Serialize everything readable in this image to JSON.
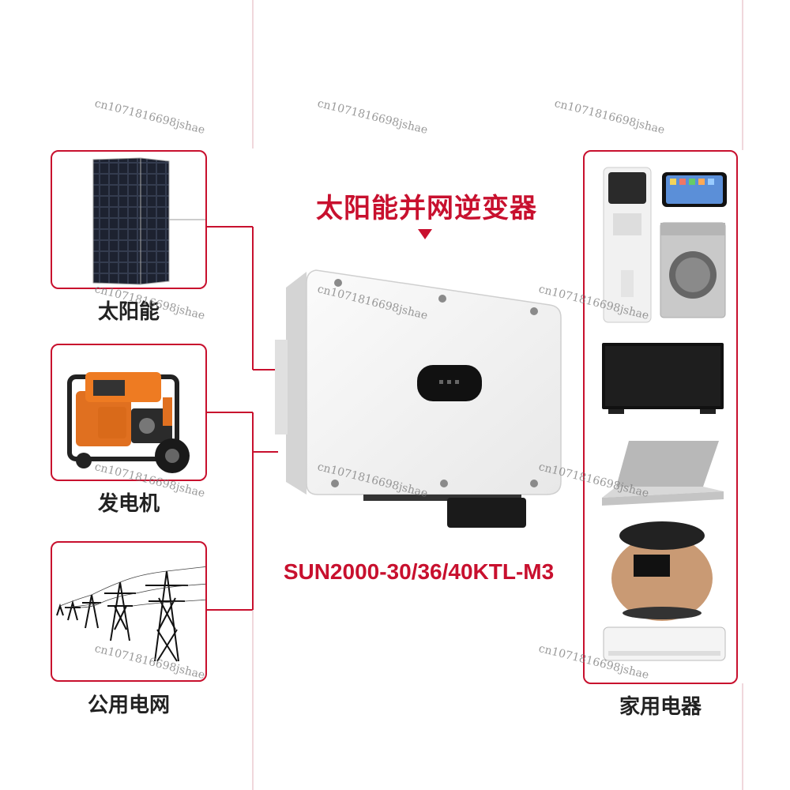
{
  "title": "太阳能并网逆变器",
  "model": "SUN2000-30/36/40KTL-M3",
  "sources": [
    {
      "label": "太阳能",
      "icon": "solar-panel-icon"
    },
    {
      "label": "发电机",
      "icon": "generator-icon"
    },
    {
      "label": "公用电网",
      "icon": "power-tower-icon"
    }
  ],
  "appliances_label": "家用电器",
  "appliances": [
    "water-dispenser-icon",
    "smartphone-icon",
    "washing-machine-icon",
    "television-icon",
    "laptop-icon",
    "rice-cooker-icon",
    "air-conditioner-icon"
  ],
  "watermark": "cn1071816698jshae",
  "colors": {
    "accent": "#c8102e",
    "line": "#c8102e",
    "inverter_body": "#f2f2f2"
  }
}
